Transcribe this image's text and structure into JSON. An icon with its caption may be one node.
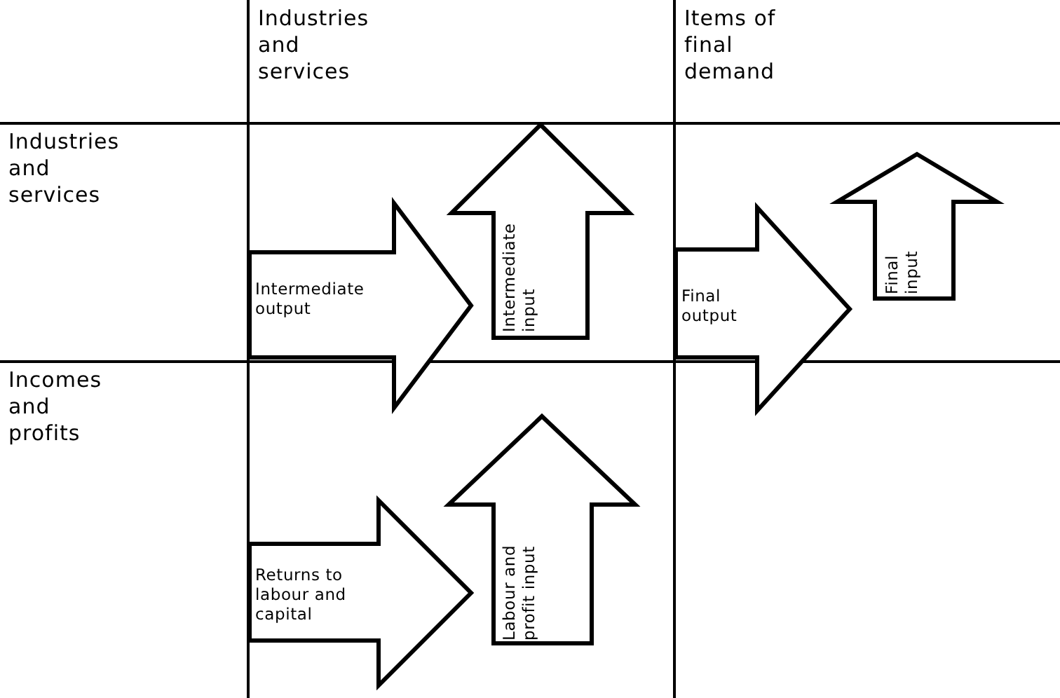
{
  "diagram": {
    "nodes": [
      {
        "text": [
          "Intermediate output"
        ]
      },
      {
        "text": [
          "Intermediate input"
        ]
      },
      {
        "text": [
          "Final output"
        ]
      },
      {
        "text": [
          "Final input"
        ]
      },
      {
        "text": [
          "Returns to labour and capital"
        ]
      },
      {
        "text": [
          "Labour and profit input"
        ]
      }
    ],
    "labels": [
      "Industries and services",
      "Items of final demand",
      "Industries and services",
      "Incomes and profits"
    ]
  }
}
